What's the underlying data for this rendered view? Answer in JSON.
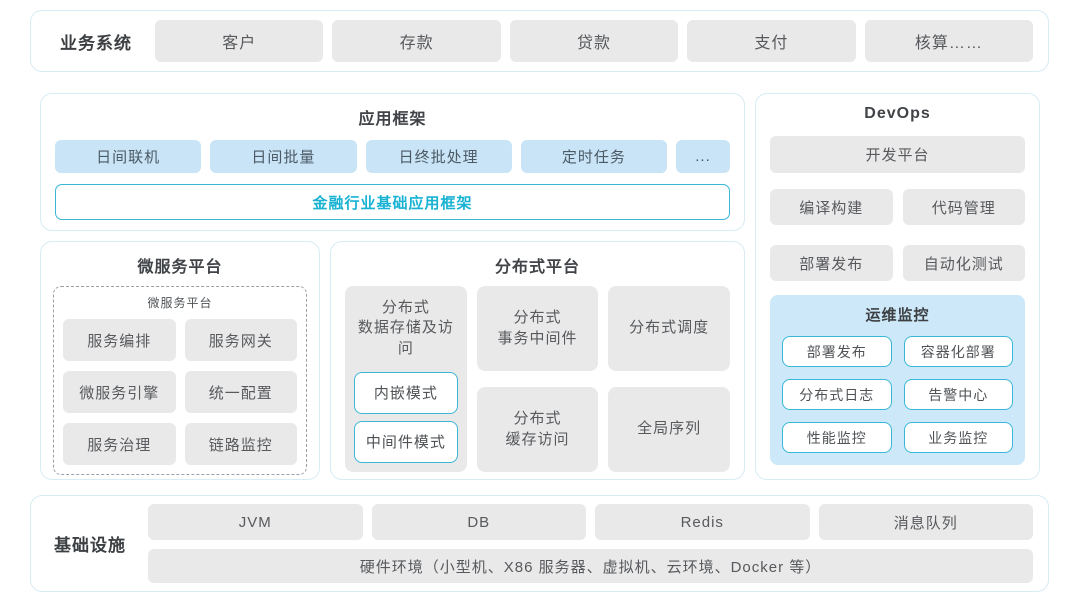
{
  "colors": {
    "section_border": "#d7ecf4",
    "gray_box_bg": "#e9e9ea",
    "blue_box_bg": "#c8e4f6",
    "monitor_panel_bg": "#cde9f9",
    "accent_cyan": "#3ab7d7",
    "accent_cyan_text": "#18b2d3",
    "text_dark": "#3d4043",
    "text_box": "#57595c"
  },
  "business": {
    "label": "业务系统",
    "items": [
      "客户",
      "存款",
      "贷款",
      "支付",
      "核算……"
    ]
  },
  "app_framework": {
    "title": "应用框架",
    "modules": [
      "日间联机",
      "日间批量",
      "日终批处理",
      "定时任务",
      "..."
    ],
    "base_framework": "金融行业基础应用框架"
  },
  "microservice": {
    "title": "微服务平台",
    "inner_title": "微服务平台",
    "modules": [
      "服务编排",
      "服务网关",
      "微服务引擎",
      "统一配置",
      "服务治理",
      "链路监控"
    ]
  },
  "distributed": {
    "title": "分布式平台",
    "storage_label": "分布式\n数据存储及访问",
    "storage_modes": [
      "内嵌模式",
      "中间件模式"
    ],
    "modules": [
      "分布式\n事务中间件",
      "分布式调度",
      "分布式\n缓存访问",
      "全局序列"
    ]
  },
  "devops": {
    "title": "DevOps",
    "platform": "开发平台",
    "modules": [
      "编译构建",
      "代码管理",
      "部署发布",
      "自动化测试"
    ],
    "monitoring": {
      "title": "运维监控",
      "modules": [
        "部署发布",
        "容器化部署",
        "分布式日志",
        "告警中心",
        "性能监控",
        "业务监控"
      ]
    }
  },
  "infrastructure": {
    "label": "基础设施",
    "components": [
      "JVM",
      "DB",
      "Redis",
      "消息队列"
    ],
    "hardware": "硬件环境（小型机、X86 服务器、虚拟机、云环境、Docker 等）"
  }
}
